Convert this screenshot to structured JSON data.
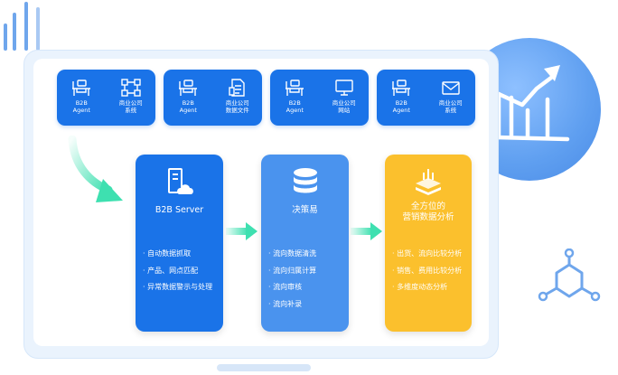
{
  "sources": [
    {
      "left_label": "B2B\nAgent",
      "right_label": "商业公司\n系统",
      "icon": "network-icon"
    },
    {
      "left_label": "B2B\nAgent",
      "right_label": "商业公司\n数据文件",
      "icon": "document-icon"
    },
    {
      "left_label": "B2B\nAgent",
      "right_label": "商业公司\n网站",
      "icon": "monitor-icon"
    },
    {
      "left_label": "B2B\nAgent",
      "right_label": "商业公司\n系统",
      "icon": "mail-icon"
    }
  ],
  "panels": [
    {
      "title": "B2B Server",
      "icon": "server-cloud-icon",
      "items": [
        "· 自动数据抓取",
        "· 产品、网点匹配",
        "· 异常数据警示与处理"
      ]
    },
    {
      "title": "决策易",
      "icon": "database-icon",
      "items": [
        "· 流向数据清洗",
        "· 流向归属计算",
        "· 流向审核",
        "· 流向补录"
      ]
    },
    {
      "title": "全方位的\n营销数据分析",
      "icon": "funnel-icon",
      "items": [
        "· 出货、流向比较分析",
        "· 销售、费用比较分析",
        "· 多维度动态分析"
      ]
    }
  ],
  "colors": {
    "primary": "#1a73e8",
    "secondary": "#4a93ee",
    "accent": "#fbc02d",
    "arrow": "#3ee0b0"
  }
}
